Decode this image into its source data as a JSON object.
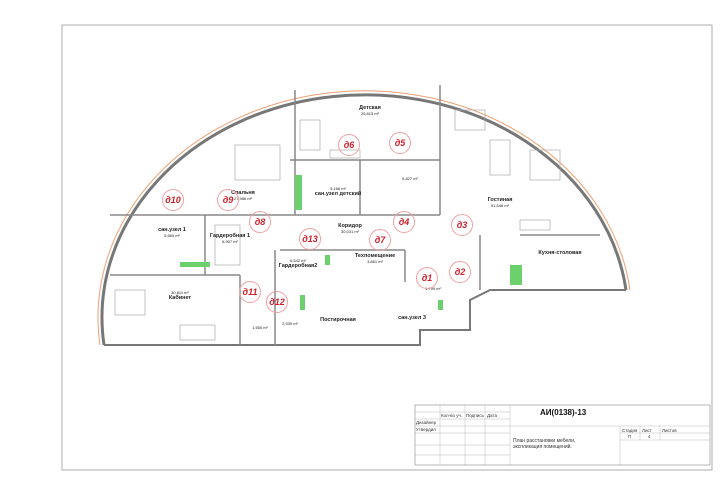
{
  "rooms": [
    {
      "name": "Детская",
      "area": "25,815 m²"
    },
    {
      "name": "Спальня",
      "area": "27,986 m²"
    },
    {
      "name": "сан.узел детский",
      "area": "5,166 m²"
    },
    {
      "name": "",
      "area": "6,827 m²"
    },
    {
      "name": "Гостиная",
      "area": "51,546 m²"
    },
    {
      "name": "Кухня-столовая",
      "area": ""
    },
    {
      "name": "Коридор",
      "area": "30,031 m²"
    },
    {
      "name": "Техпомещение",
      "area": "3,861 m²"
    },
    {
      "name": "Гардеробная 1",
      "area": "6,957 m²"
    },
    {
      "name": "сан.узел 1",
      "area": "5,665 m²"
    },
    {
      "name": "Гардеробная2",
      "area": "6,542 m²"
    },
    {
      "name": "Кабинет",
      "area": "30,811 m²"
    },
    {
      "name": "Постирочная",
      "area": ""
    },
    {
      "name": "",
      "area": "1,550 m²"
    },
    {
      "name": "",
      "area": "2,539 m²"
    },
    {
      "name": "сан.узел 3",
      "area": ""
    },
    {
      "name": "",
      "area": "1,799 m²"
    }
  ],
  "doors": [
    "д1",
    "д2",
    "д3",
    "д4",
    "д5",
    "д6",
    "д7",
    "д8",
    "д9",
    "д10",
    "д11",
    "д12",
    "д13"
  ],
  "title_block": {
    "code": "АИ(0138)-13",
    "col_qty": "Кол-во уч.",
    "col_sign": "Подпись",
    "col_date": "Дата",
    "designer": "Дизайнер",
    "approved": "Утвердил",
    "stage_label": "Стадия",
    "sheet_label": "Лист",
    "sheets_label": "Листов",
    "stage": "П",
    "sheet": "4",
    "description": "План расстановки мебели, экспликация помещений."
  },
  "colors": {
    "wall": "#555555",
    "accent": "#d0202a",
    "green": "#6cd06c",
    "window": "#f0a070"
  }
}
